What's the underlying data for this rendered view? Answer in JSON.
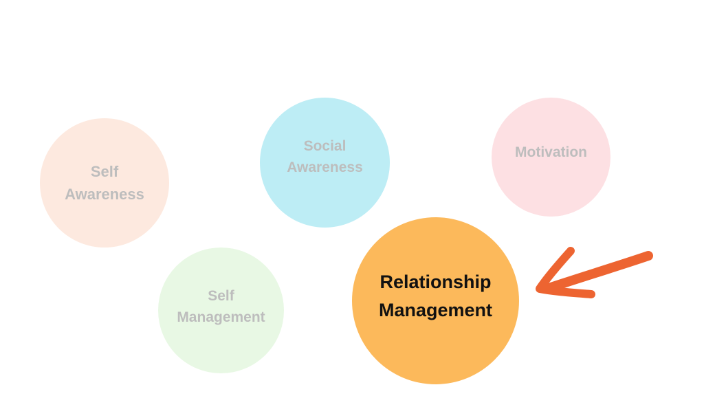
{
  "bubbles": [
    {
      "id": "self-awareness",
      "lines": [
        "Self",
        "Awareness"
      ],
      "fill": "#fde9df",
      "text_color": "#bdbdbd",
      "highlighted": false
    },
    {
      "id": "social-awareness",
      "lines": [
        "Social",
        "Awareness"
      ],
      "fill": "#bdedf5",
      "text_color": "#bdbdbd",
      "highlighted": false
    },
    {
      "id": "motivation",
      "lines": [
        "Motivation"
      ],
      "fill": "#fde0e3",
      "text_color": "#bdbdbd",
      "highlighted": false
    },
    {
      "id": "self-management",
      "lines": [
        "Self",
        "Management"
      ],
      "fill": "#e8f8e4",
      "text_color": "#bdbdbd",
      "highlighted": false
    },
    {
      "id": "relationship-management",
      "lines": [
        "Relationship",
        "Management"
      ],
      "fill": "#fcb95b",
      "text_color": "#111111",
      "highlighted": true
    }
  ],
  "arrow": {
    "color": "#ed6431",
    "icon": "arrow-pointing-left-icon",
    "points_to": "relationship-management"
  }
}
